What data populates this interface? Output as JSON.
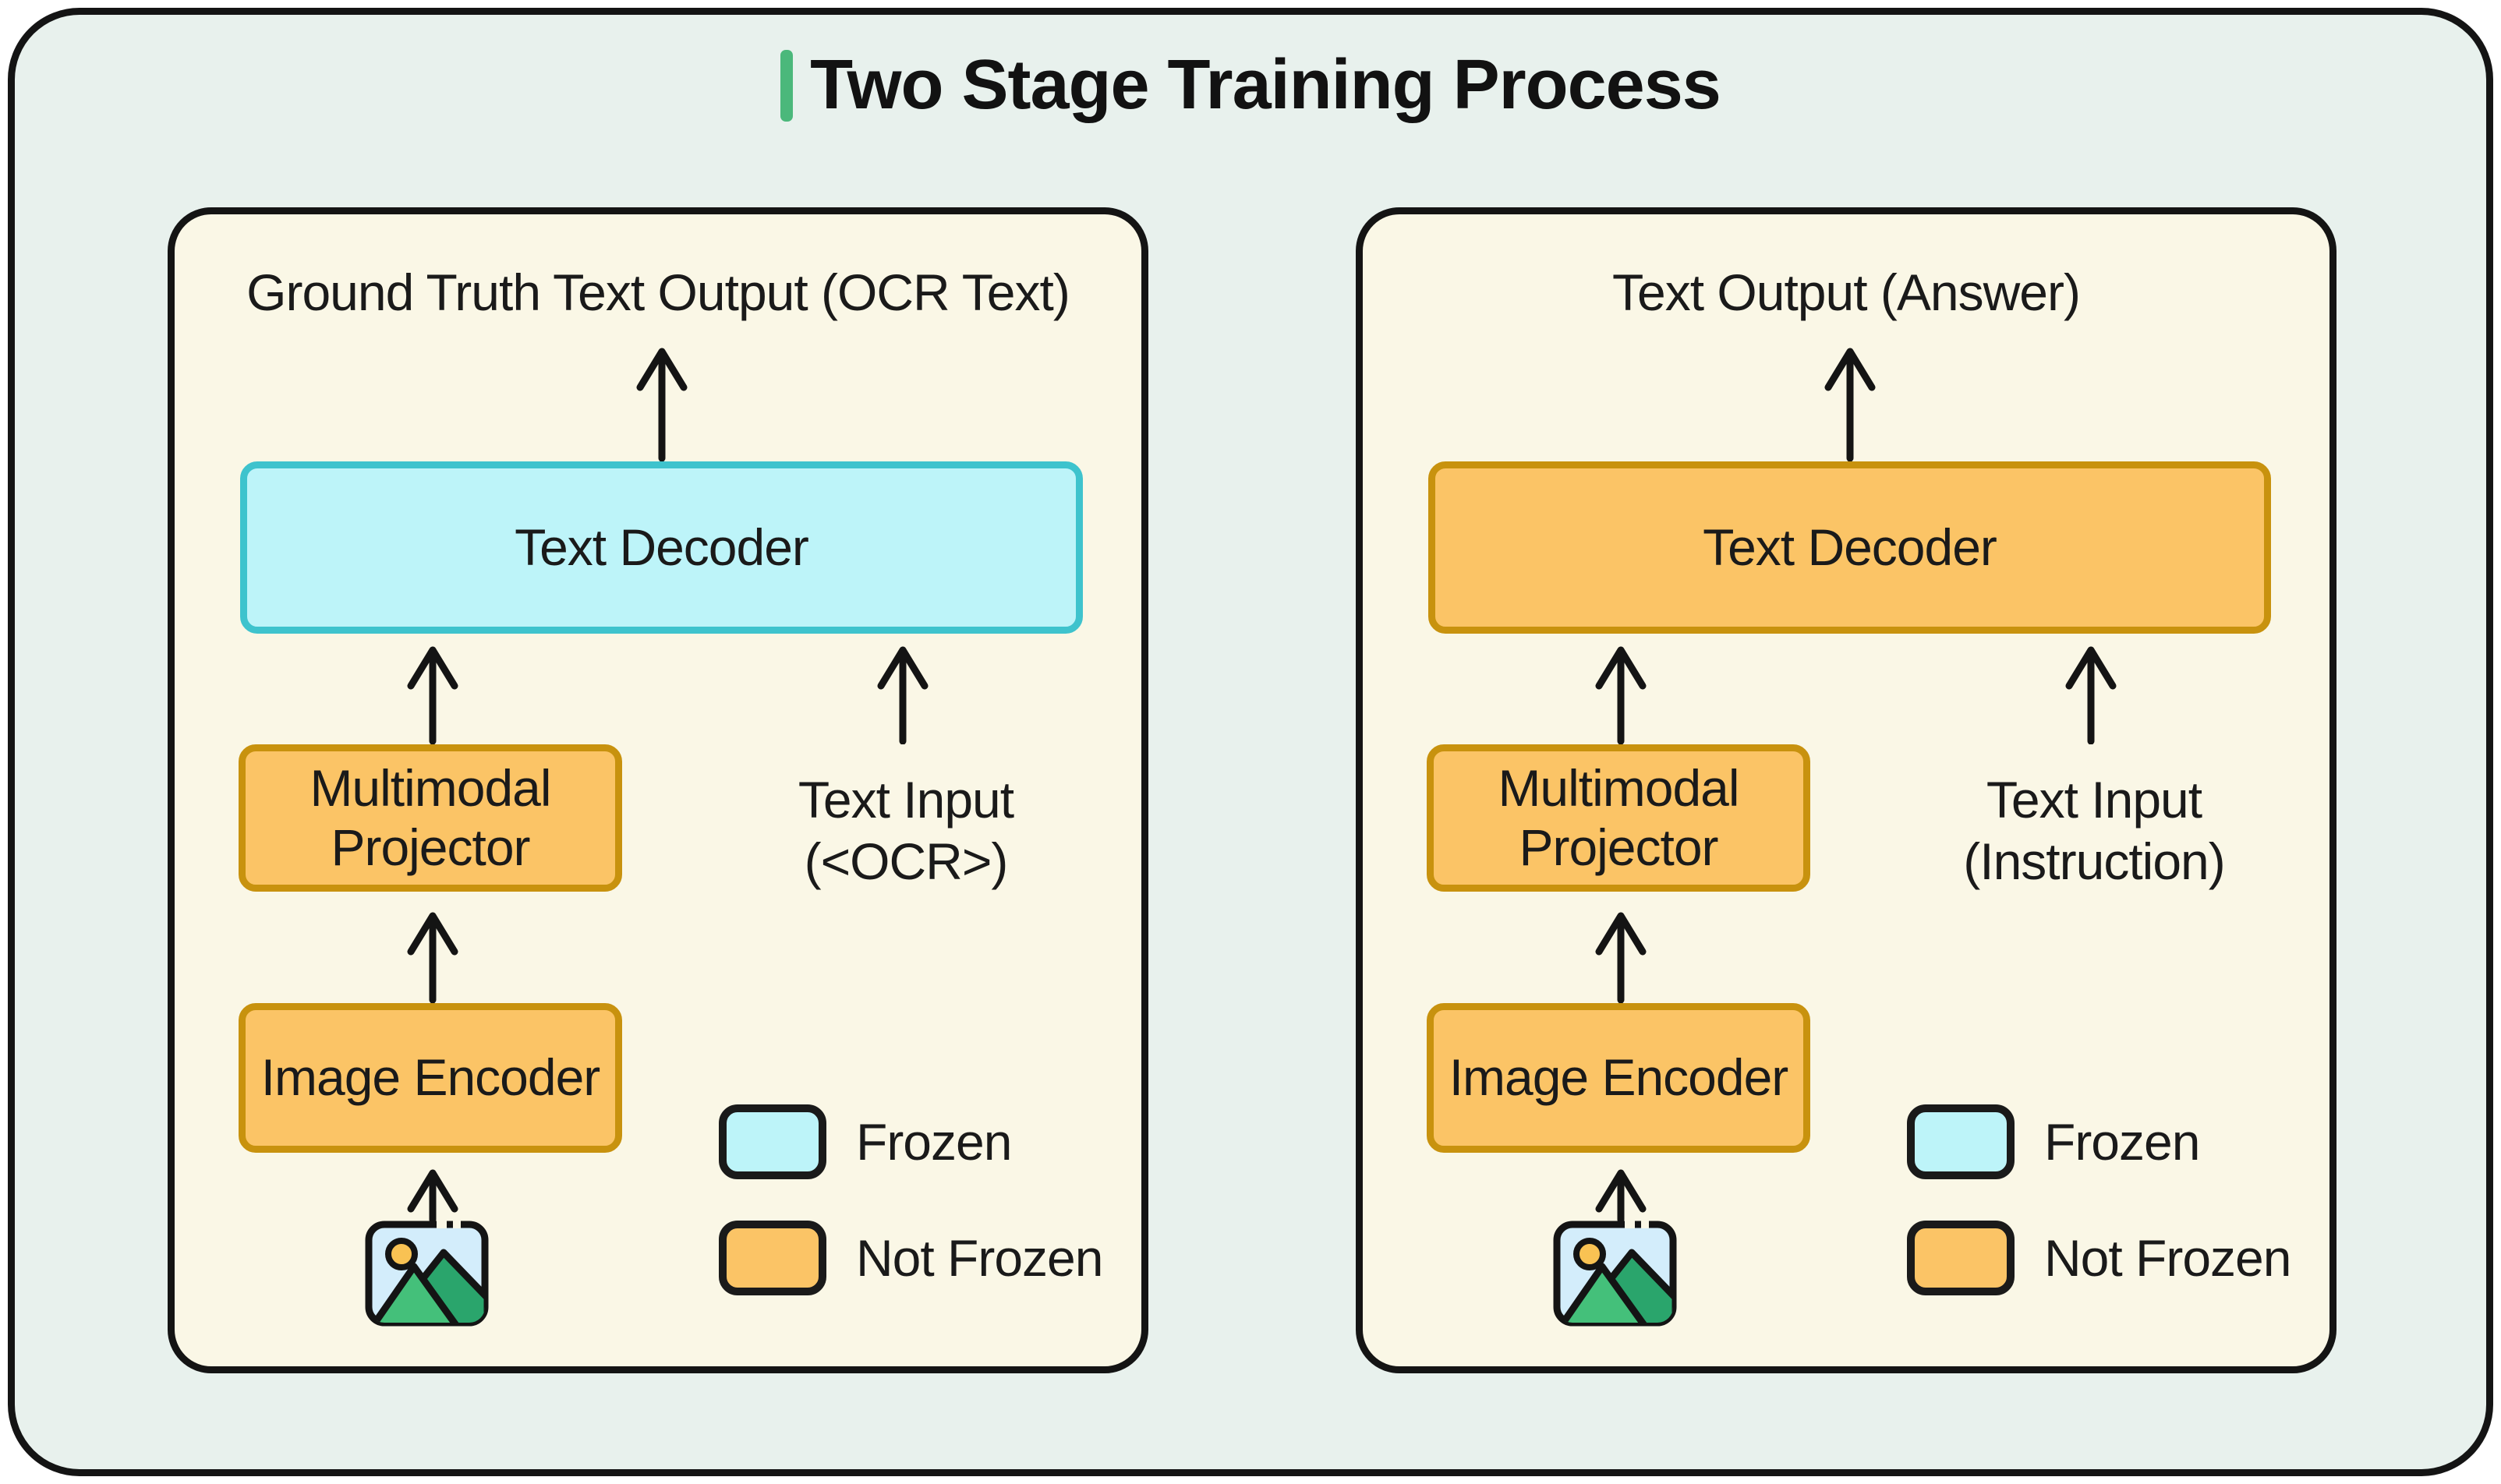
{
  "app": {
    "title": "Two Stage Training Process"
  },
  "colors": {
    "accent-green": "#4bb87b",
    "canvas-bg": "#e8f1ed",
    "panel-bg": "#faf7e6",
    "outline": "#141414",
    "cyan-fill": "#bdf4f9",
    "cyan-border": "#3ec3cd",
    "orange-fill": "#fbc466",
    "orange-border": "#c8920e",
    "sky": "#d3edfb",
    "sun": "#f9c253",
    "mountain-back": "#2aa56c",
    "mountain-front": "#44c07a"
  },
  "panels": [
    {
      "title": "Ground Truth Text Output (OCR Text)",
      "decoder": {
        "label": "Text Decoder",
        "state": "frozen"
      },
      "projector": {
        "line1": "Multimodal",
        "line2": "Projector",
        "state": "not-frozen"
      },
      "text_input": {
        "line1": "Text Input",
        "line2": "(<OCR>)"
      },
      "encoder": {
        "label": "Image Encoder",
        "state": "not-frozen"
      },
      "legend": [
        {
          "label": "Frozen",
          "state": "frozen"
        },
        {
          "label": "Not Frozen",
          "state": "not-frozen"
        }
      ]
    },
    {
      "title": "Text Output (Answer)",
      "decoder": {
        "label": "Text Decoder",
        "state": "not-frozen"
      },
      "projector": {
        "line1": "Multimodal",
        "line2": "Projector",
        "state": "not-frozen"
      },
      "text_input": {
        "line1": "Text Input",
        "line2": "(Instruction)"
      },
      "encoder": {
        "label": "Image Encoder",
        "state": "not-frozen"
      },
      "legend": [
        {
          "label": "Frozen",
          "state": "frozen"
        },
        {
          "label": "Not Frozen",
          "state": "not-frozen"
        }
      ]
    }
  ]
}
